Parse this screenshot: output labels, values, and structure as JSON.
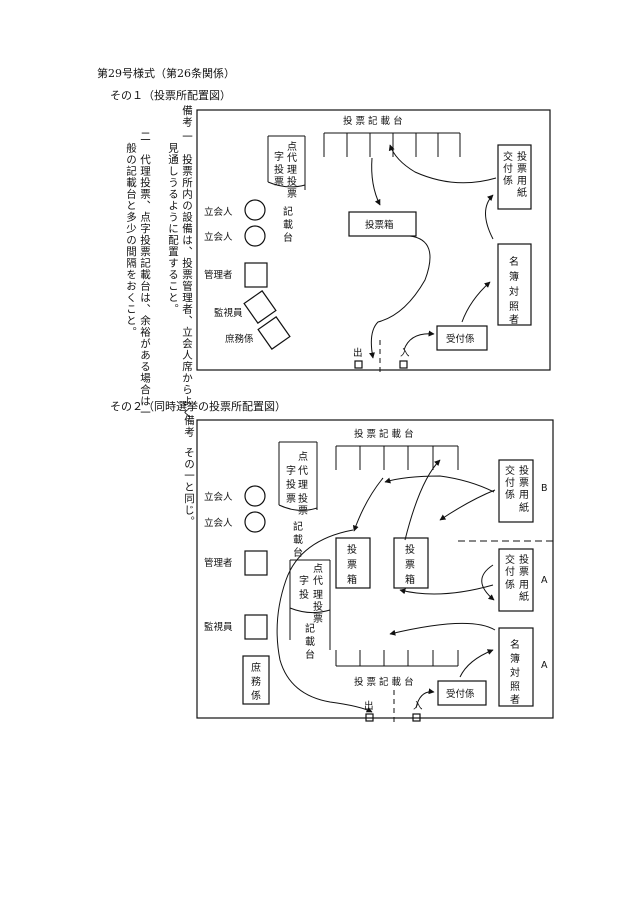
{
  "form_title": "第29号様式（第26条関係）",
  "part1": {
    "heading": "その１（投票所配置図）",
    "notes_label": "備考",
    "notes": [
      "一　投票所内の設備は、投票管理者、立会人席からよく",
      "　見通しうるように配置すること。",
      "二　代理投票、点字投票記載台は、余裕がある場合は一",
      "　般の記載台と多少の間隔をおくこと。"
    ],
    "labels": {
      "writing_table_top": "投 票 記 載 台",
      "proxy_braille": "代理投票",
      "braille_char": "点",
      "ji": "字",
      "writing_table_side": "記載台",
      "ballot_issue": "投票用紙",
      "issue_clerk": "交付係",
      "ballot_box": "投票箱",
      "register_check": "名簿対照者",
      "reception": "受付係",
      "witness": "立会人",
      "manager": "管理者",
      "observer": "監視員",
      "general_clerk": "庶務係",
      "exit": "出",
      "entrance": "入"
    }
  },
  "part2": {
    "heading": "その２（同時選挙の投票所配置図）",
    "notes_label": "備考",
    "notes": [
      "その一と同じ。"
    ],
    "labels": {
      "writing_table_top": "投 票 記 載 台",
      "writing_table_bottom": "投 票 記 載 台",
      "ballot_box": "投票箱",
      "issue_b": "B",
      "issue_a1": "A",
      "issue_a2": "A"
    }
  }
}
